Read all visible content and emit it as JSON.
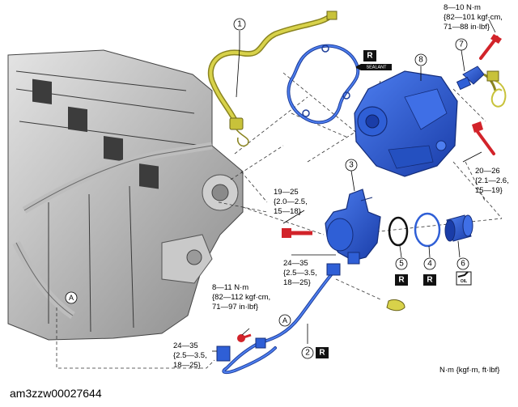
{
  "diagram": {
    "image_id": "am3zzw00027644",
    "units_legend": "N·m {kgf·m, ft·lbf}",
    "callouts": [
      {
        "num": "1",
        "marker": ""
      },
      {
        "num": "2",
        "marker": "R"
      },
      {
        "num": "3",
        "marker": ""
      },
      {
        "num": "4",
        "marker": "R"
      },
      {
        "num": "5",
        "marker": "R"
      },
      {
        "num": "6",
        "marker": "oil"
      },
      {
        "num": "7",
        "marker": ""
      },
      {
        "num": "8",
        "marker": ""
      }
    ],
    "gasket_marker": "R",
    "sealant_label": "SEALANT",
    "oil_label": "OIL",
    "reference_letter": "A",
    "torques": {
      "t7": [
        "8—10 N·m",
        "{82—101 kgf·cm,",
        "71—88 in·lbf}"
      ],
      "t8": [
        "20—26",
        "{2.1—2.6,",
        "15—19}"
      ],
      "t3_left": [
        "19—25",
        "{2.0—2.5,",
        "15—18}"
      ],
      "t3_bottom": [
        "24—35",
        "{2.5—3.5,",
        "18—25}"
      ],
      "t2_top": [
        "8—11 N·m",
        "{82—112 kgf·cm,",
        "71—97 in·lbf}"
      ],
      "t2_bottom": [
        "24—35",
        "{2.5—3.5,",
        "18—25}"
      ]
    }
  },
  "colors": {
    "part_blue": "#2f5fd6",
    "part_blue_dark": "#1f3f9a",
    "hose_yellow": "#c8c23a",
    "bolt_red": "#d2232a",
    "engine_gray": "#9a9a9a",
    "marker_black": "#111111"
  }
}
